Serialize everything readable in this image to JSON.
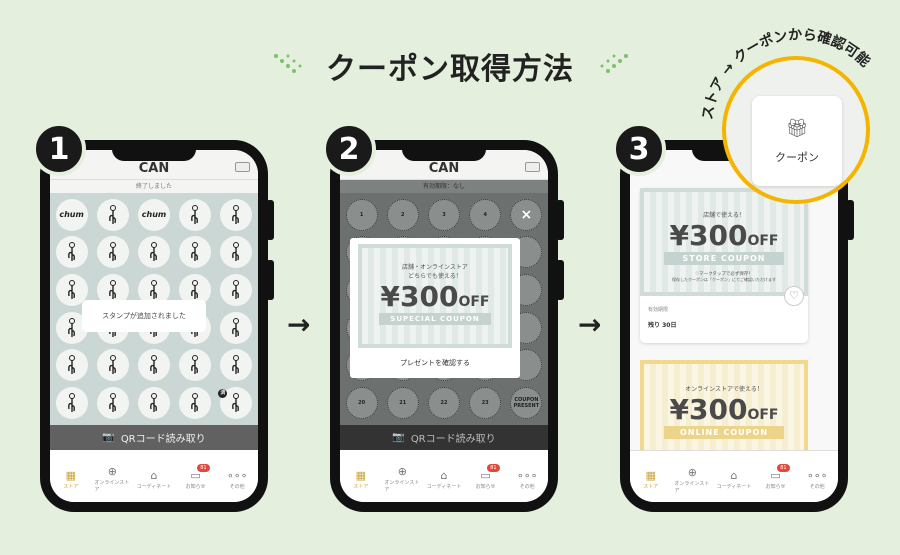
{
  "title": "クーポン取得方法",
  "callout": "ストア → クーポンから確認可能",
  "callout_card": "クーポン",
  "steps": [
    "1",
    "2",
    "3"
  ],
  "arrow": "→",
  "app": {
    "name": "CAN",
    "qr_label": "QRコード読み取り",
    "tabs": [
      {
        "label": "ストア",
        "icon": "▦"
      },
      {
        "label": "オンラインストア",
        "icon": "⊕"
      },
      {
        "label": "コーディネート",
        "icon": "⌂"
      },
      {
        "label": "お知らせ",
        "icon": "▭",
        "badge": "81"
      },
      {
        "label": "その他",
        "icon": "∘∘∘"
      }
    ]
  },
  "screen1": {
    "status": "終了しました",
    "toast": "スタンプが追加されました",
    "stamp_text": "chum",
    "corner_badge": "済"
  },
  "screen2": {
    "status": "有効期限：なし",
    "top_stamps": [
      "1",
      "2",
      "3",
      "4"
    ],
    "bottom_stamps": [
      "20",
      "21",
      "22",
      "23",
      "COUPON PRESENT"
    ],
    "close": "×",
    "coupon": {
      "line1": "店舗・オンラインストア",
      "line2": "どちらでも使える！",
      "amount": "¥300",
      "off": "OFF",
      "ribbon": "SUPECIAL COUPON"
    },
    "cta": "プレゼントを確認する"
  },
  "screen3": {
    "store": {
      "caption": "店舗で使える！",
      "amount": "¥300",
      "off": "OFF",
      "ribbon": "STORE COUPON",
      "note1": "♡マークタップで必ず保存！",
      "note2": "保存したクーポンは「クーポン」にてご確認いただけます",
      "validity_label": "有効期限",
      "validity": "残り 30日"
    },
    "online": {
      "caption": "オンラインストアで使える！",
      "amount": "¥300",
      "off": "OFF",
      "ribbon": "ONLINE COUPON"
    }
  },
  "colors": {
    "accent": "#f4b400",
    "bg": "#e4f0dd",
    "tab_active": "#c9a63a",
    "badge": "#e04a3b"
  }
}
